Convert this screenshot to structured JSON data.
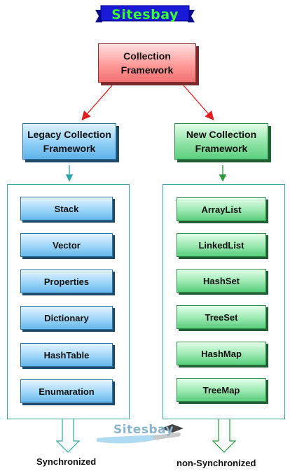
{
  "banner": {
    "text": "Sitesbay"
  },
  "root": {
    "line1": "Collection",
    "line2": "Framework"
  },
  "legacy": {
    "line1": "Legacy Collection",
    "line2": "Framework",
    "items": [
      "Stack",
      "Vector",
      "Properties",
      "Dictionary",
      "HashTable",
      "Enumaration"
    ]
  },
  "new_collection": {
    "line1": "New Collection",
    "line2": "Framework",
    "items": [
      "ArrayList",
      "LinkedList",
      "HashSet",
      "TreeSet",
      "HashMap",
      "TreeMap"
    ]
  },
  "outcomes": {
    "left": "Synchronized",
    "right": "non-Synchronized"
  },
  "watermark": {
    "text": "Sitesbay"
  },
  "colors": {
    "banner_bg": "#1a1ad6",
    "banner_text": "#39ff2e",
    "red_arrow": "#e02020",
    "teal": "#2aa8a8",
    "green_arrow": "#2a9a3a"
  }
}
